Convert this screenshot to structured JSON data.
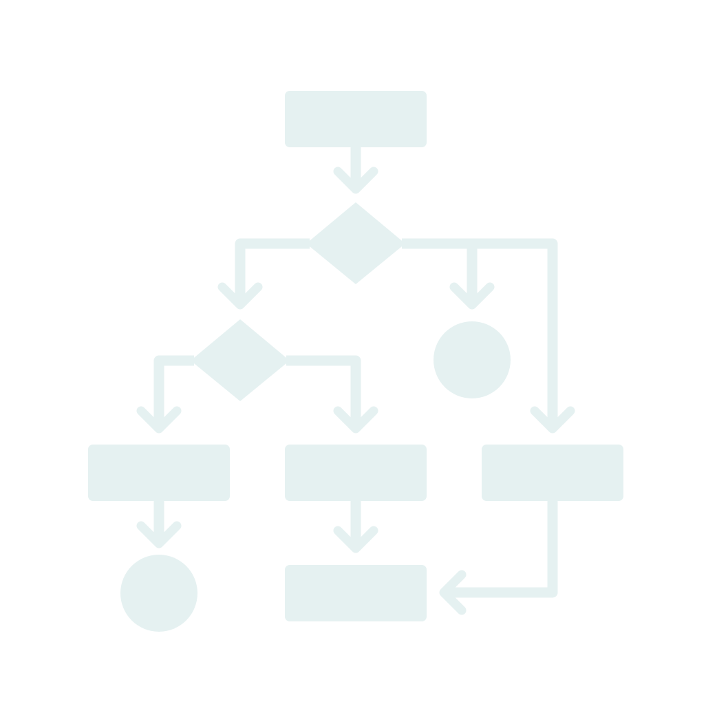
{
  "diagram": {
    "type": "flowchart",
    "colors": {
      "background": "#ffffff",
      "shape_fill": "#e5f1f1"
    },
    "nodes": [
      {
        "id": "start-process",
        "shape": "rectangle",
        "label": ""
      },
      {
        "id": "decision-1",
        "shape": "diamond",
        "label": ""
      },
      {
        "id": "decision-2",
        "shape": "diamond",
        "label": ""
      },
      {
        "id": "terminal-1",
        "shape": "circle",
        "label": ""
      },
      {
        "id": "process-left",
        "shape": "rectangle",
        "label": ""
      },
      {
        "id": "process-middle",
        "shape": "rectangle",
        "label": ""
      },
      {
        "id": "process-right",
        "shape": "rectangle",
        "label": ""
      },
      {
        "id": "terminal-2",
        "shape": "circle",
        "label": ""
      },
      {
        "id": "end-process",
        "shape": "rectangle",
        "label": ""
      }
    ],
    "edges": [
      {
        "from": "start-process",
        "to": "decision-1"
      },
      {
        "from": "decision-1",
        "to": "decision-2"
      },
      {
        "from": "decision-1",
        "to": "terminal-1"
      },
      {
        "from": "decision-1",
        "to": "process-right"
      },
      {
        "from": "decision-2",
        "to": "process-left"
      },
      {
        "from": "decision-2",
        "to": "process-middle"
      },
      {
        "from": "process-left",
        "to": "terminal-2"
      },
      {
        "from": "process-middle",
        "to": "end-process"
      },
      {
        "from": "process-right",
        "to": "end-process"
      }
    ]
  }
}
